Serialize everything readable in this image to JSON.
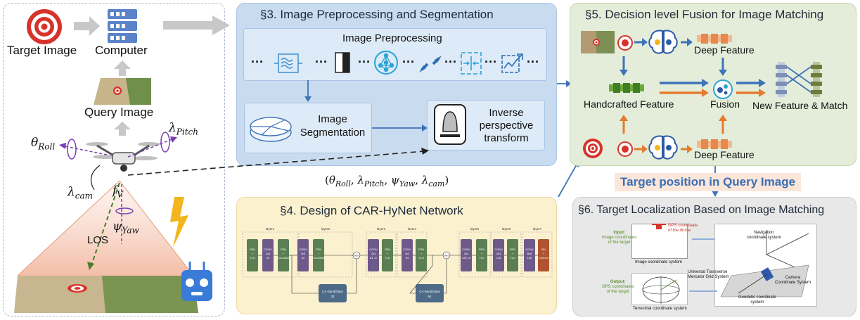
{
  "left_panel": {
    "target_image_label": "Target Image",
    "computer_label": "Computer",
    "query_image_label": "Query Image",
    "theta_roll_symbol": "θ",
    "theta_roll_sub": "Roll",
    "lambda_pitch_symbol": "λ",
    "lambda_pitch_sub": "Pitch",
    "lambda_cam_symbol": "λ",
    "lambda_cam_sub": "cam",
    "f_v_symbol": "f",
    "f_v_sub": "V",
    "psi_yaw_symbol": "ψ",
    "psi_yaw_sub": "Yaw",
    "los_label": "LOS"
  },
  "section3": {
    "title": "§3. Image Preprocessing and Segmentation",
    "preprocessing_title": "Image Preprocessing",
    "ellipsis": "···",
    "segmentation_label_line1": "Image",
    "segmentation_label_line2": "Segmentation",
    "ipt_line1": "Inverse",
    "ipt_line2": "perspective",
    "ipt_line3": "transform"
  },
  "params_label": "(θRoll, λPitch, ψYaw, λcam)",
  "params": [
    {
      "sym": "θ",
      "sub": "Roll"
    },
    {
      "sym": "λ",
      "sub": "Pitch"
    },
    {
      "sym": "ψ",
      "sub": "Yaw"
    },
    {
      "sym": "λ",
      "sub": "cam"
    }
  ],
  "section4": {
    "title": "§4. Design of CAR-HyNet Network",
    "layers": [
      "layer1",
      "layer2",
      "layer3",
      "layer4",
      "layer5",
      "layer6",
      "layer7"
    ],
    "blocks": [
      {
        "line1": "FRN",
        "line2": "+",
        "line3": "TLU",
        "color": "#5b7f53"
      },
      {
        "line1": "CONV",
        "line2": "3x3",
        "line3": "32",
        "color": "#6e5a8a"
      },
      {
        "line1": "FRN",
        "line2": "+",
        "line3": "CoordAtt",
        "color": "#5b7f53"
      },
      {
        "line1": "CONV",
        "line2": "3x3",
        "line3": "32",
        "color": "#6e5a8a"
      },
      {
        "line1": "FRN",
        "line2": "+",
        "line3": "CoordAtt",
        "color": "#5b7f53"
      },
      {
        "line1": "CONV",
        "line2": "3x3",
        "line3": "64, /2",
        "color": "#6e5a8a"
      },
      {
        "line1": "FRN",
        "line2": "+",
        "line3": "TLU",
        "color": "#5b7f53"
      },
      {
        "line1": "CONV",
        "line2": "3x3",
        "line3": "64",
        "color": "#6e5a8a"
      },
      {
        "line1": "FRN",
        "line2": "+",
        "line3": "TLU",
        "color": "#5b7f53"
      },
      {
        "line1": "CONV",
        "line2": "3x3",
        "line3": "128, /2",
        "color": "#6e5a8a"
      },
      {
        "line1": "FRN",
        "line2": "+",
        "line3": "TLU",
        "color": "#5b7f53"
      },
      {
        "line1": "CONV",
        "line2": "3x3",
        "line3": "128",
        "color": "#6e5a8a"
      },
      {
        "line1": "FRN",
        "line2": "+",
        "line3": "TLU",
        "color": "#5b7f53"
      },
      {
        "line1": "CONV",
        "line2": "8x8",
        "line3": "128",
        "color": "#6e5a8a"
      },
      {
        "line1": "BN",
        "line2": "+",
        "line3": "L2Norm",
        "color": "#b0532f"
      }
    ],
    "add_label": "Add",
    "ca_block_1": {
      "line1": "CA-SandGlass",
      "line2": "32"
    },
    "ca_block_2": {
      "line1": "CA-SandGlass",
      "line2": "64"
    }
  },
  "section5": {
    "title": "§5. Decision level Fusion for Image Matching",
    "deep_feature_top": "Deep Feature",
    "handcrafted_feature": "Handcrafted Feature",
    "fusion": "Fusion",
    "new_feature_match": "New Feature & Match",
    "deep_feature_bottom": "Deep Feature"
  },
  "target_position_label": "Target position in Query Image",
  "section6": {
    "title": "§6. Target Localization  Based on Image Matching",
    "input_label": "Input:",
    "input_desc_line1": "Image coordinates",
    "input_desc_line2": "of the target",
    "gps_drone_line1": "GPS coordinate",
    "gps_drone_line2": "of the drone",
    "image_cs": "Image coordinate system",
    "navigation_cs_line1": "Navigation",
    "navigation_cs_line2": "coordinate system",
    "camera_cs_line1": "Camera",
    "camera_cs_line2": "Coordinate System",
    "utm_line1": "Universal Transverse",
    "utm_line2": "Mercator Grid System",
    "output_label": "Output:",
    "output_desc_line1": "GPS coordinates",
    "output_desc_line2": "of the target",
    "terrestrial_cs": "Terrestrial coordinate system",
    "geodetic_cs_line1": "Geodetic coordinate",
    "geodetic_cs_line2": "system"
  },
  "colors": {
    "sec3_bg": "#c9dcef",
    "sec4_bg": "#fbf1cf",
    "sec5_bg": "#e3edd9",
    "sec6_bg": "#e8e8e8",
    "arrow_blue": "#3f73b8",
    "arrow_orange": "#e67a2e",
    "target_red": "#d7332b",
    "label_pink": "#fbe6da",
    "label_blue": "#3b6fb6"
  }
}
